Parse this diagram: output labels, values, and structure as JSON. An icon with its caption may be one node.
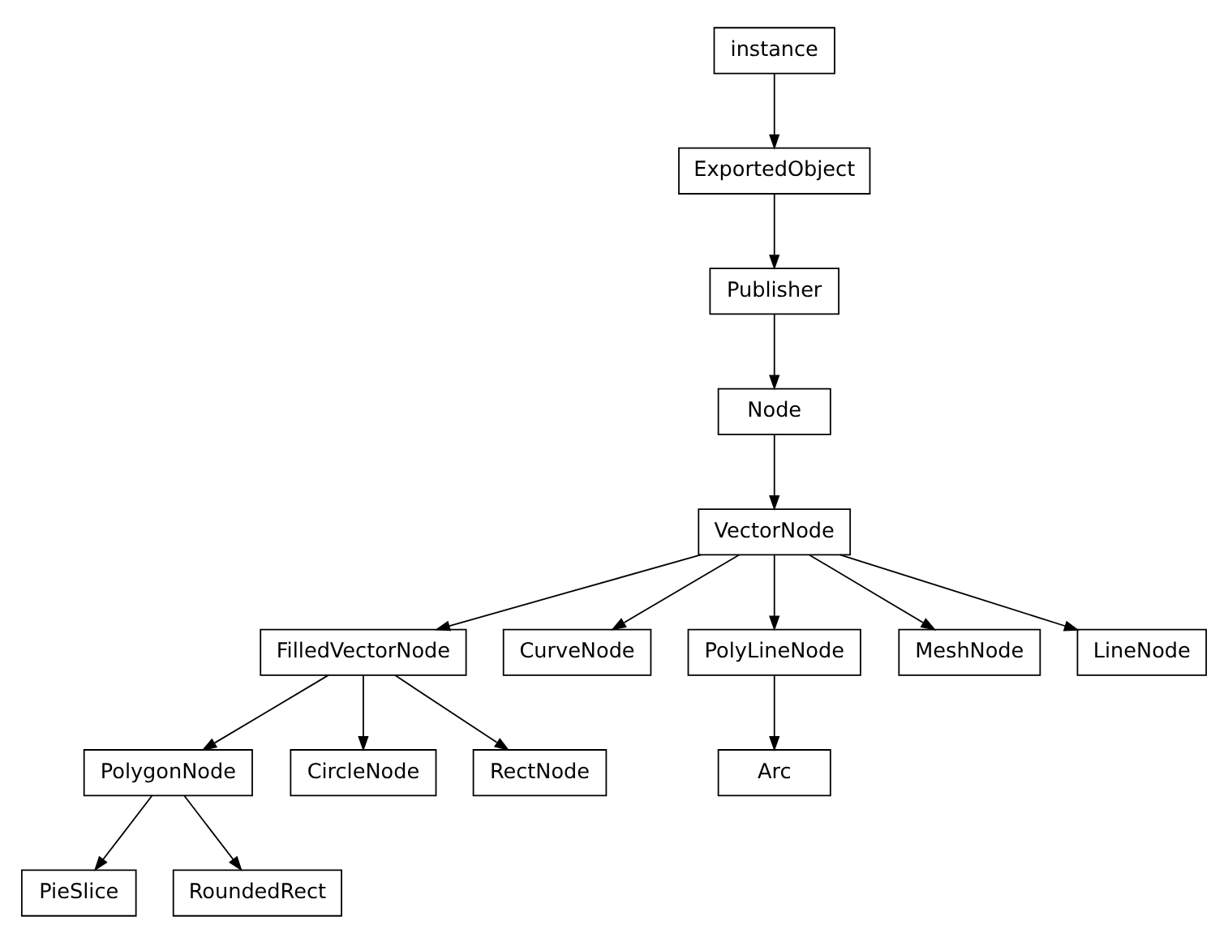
{
  "diagram": {
    "nodes": [
      {
        "text": [
          "instance"
        ]
      },
      {
        "text": [
          "ExportedObject"
        ]
      },
      {
        "text": [
          "Publisher"
        ]
      },
      {
        "text": [
          "Node"
        ]
      },
      {
        "text": [
          "VectorNode"
        ]
      },
      {
        "text": [
          "FilledVectorNode"
        ]
      },
      {
        "text": [
          "CurveNode"
        ]
      },
      {
        "text": [
          "PolyLineNode"
        ]
      },
      {
        "text": [
          "MeshNode"
        ]
      },
      {
        "text": [
          "LineNode"
        ]
      },
      {
        "text": [
          "PolygonNode"
        ]
      },
      {
        "text": [
          "CircleNode"
        ]
      },
      {
        "text": [
          "RectNode"
        ]
      },
      {
        "text": [
          "Arc"
        ]
      },
      {
        "text": [
          "PieSlice"
        ]
      },
      {
        "text": [
          "RoundedRect"
        ]
      }
    ],
    "edges": [
      {
        "from": 0,
        "to": 1,
        "arrow": "to"
      },
      {
        "from": 1,
        "to": 2,
        "arrow": "to"
      },
      {
        "from": 2,
        "to": 3,
        "arrow": "to"
      },
      {
        "from": 3,
        "to": 4,
        "arrow": "to"
      },
      {
        "from": 4,
        "to": 5,
        "arrow": "to"
      },
      {
        "from": 4,
        "to": 6,
        "arrow": "to"
      },
      {
        "from": 4,
        "to": 7,
        "arrow": "to"
      },
      {
        "from": 4,
        "to": 8,
        "arrow": "to"
      },
      {
        "from": 4,
        "to": 9,
        "arrow": "to"
      },
      {
        "from": 5,
        "to": 10,
        "arrow": "to"
      },
      {
        "from": 5,
        "to": 11,
        "arrow": "to"
      },
      {
        "from": 5,
        "to": 12,
        "arrow": "to"
      },
      {
        "from": 7,
        "to": 13,
        "arrow": "to"
      },
      {
        "from": 10,
        "to": 14,
        "arrow": "to"
      },
      {
        "from": 10,
        "to": 15,
        "arrow": "to"
      }
    ]
  }
}
